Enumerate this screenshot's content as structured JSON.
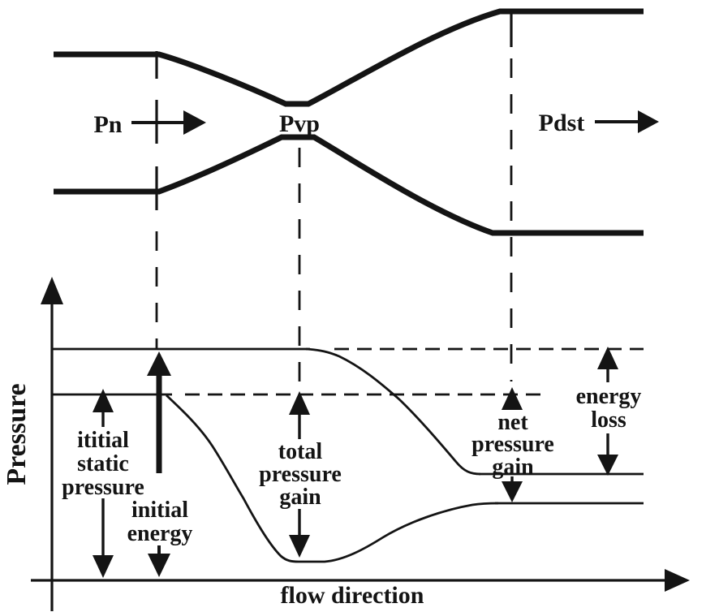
{
  "colors": {
    "ink": "#141414",
    "background": "#ffffff"
  },
  "duct": {
    "inlet_label": "Pn",
    "throat_label": "Pvp",
    "outlet_label": "Pdst"
  },
  "chart": {
    "y_axis_label": "Pressure",
    "x_axis_label": "flow direction",
    "annotations": {
      "initial_static_pressure": {
        "lines": [
          "ititial",
          "static",
          "pressure"
        ]
      },
      "initial_energy": {
        "lines": [
          "initial",
          "energy"
        ]
      },
      "total_pressure_gain": {
        "lines": [
          "total",
          "pressure",
          "gain"
        ]
      },
      "net_pressure_gain": {
        "lines": [
          "net",
          "pressure",
          "gain"
        ]
      },
      "energy_loss": {
        "lines": [
          "energy",
          "loss"
        ]
      }
    }
  }
}
